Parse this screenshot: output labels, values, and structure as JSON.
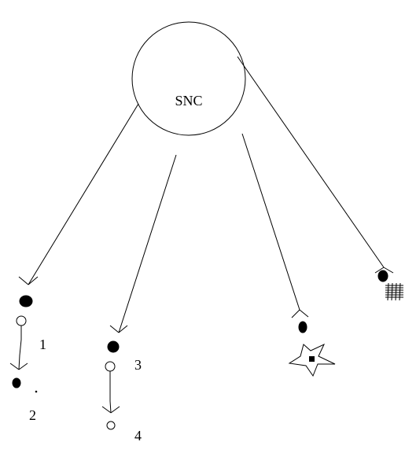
{
  "center": {
    "label": "SNC"
  },
  "numbers": {
    "n1": "1",
    "n2": "2",
    "n3": "3",
    "n4": "4"
  },
  "colors": {
    "ink": "#000000",
    "background": "#ffffff"
  },
  "icons": {
    "terminal": "fork-terminal-icon",
    "filled_node": "filled-oval-icon",
    "open_node": "open-oval-icon",
    "star_target": "star-target-icon",
    "grid_target": "hatched-target-icon"
  }
}
